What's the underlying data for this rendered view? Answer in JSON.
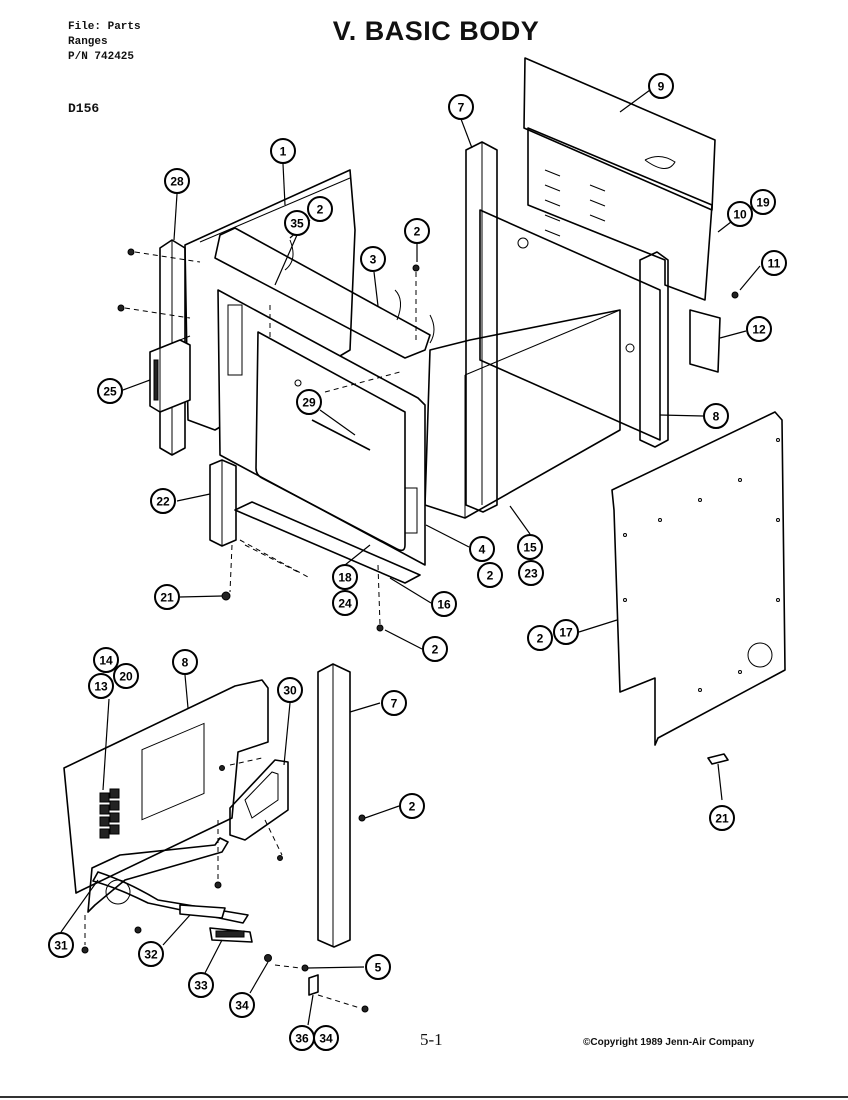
{
  "header": {
    "file_line": "File: Parts",
    "category_line": "Ranges",
    "pn_line": "P/N 742425",
    "model": "D156"
  },
  "title": "V. BASIC BODY",
  "footer": {
    "page_number": "5-1",
    "copyright": "©Copyright 1989 Jenn-Air Company"
  },
  "callouts": [
    {
      "id": "c9",
      "num": "9"
    },
    {
      "id": "c7a",
      "num": "7"
    },
    {
      "id": "c1",
      "num": "1"
    },
    {
      "id": "c28",
      "num": "28"
    },
    {
      "id": "c2a",
      "num": "2"
    },
    {
      "id": "c35",
      "num": "35"
    },
    {
      "id": "c2b",
      "num": "2"
    },
    {
      "id": "c3",
      "num": "3"
    },
    {
      "id": "c10",
      "num": "10"
    },
    {
      "id": "c19",
      "num": "19"
    },
    {
      "id": "c11",
      "num": "11"
    },
    {
      "id": "c12",
      "num": "12"
    },
    {
      "id": "c25",
      "num": "25"
    },
    {
      "id": "c29",
      "num": "29"
    },
    {
      "id": "c8a",
      "num": "8"
    },
    {
      "id": "c22",
      "num": "22"
    },
    {
      "id": "c4",
      "num": "4"
    },
    {
      "id": "c2c",
      "num": "2"
    },
    {
      "id": "c15a",
      "num": "15"
    },
    {
      "id": "c23",
      "num": "23"
    },
    {
      "id": "c18",
      "num": "18"
    },
    {
      "id": "c24",
      "num": "24"
    },
    {
      "id": "c21a",
      "num": "21"
    },
    {
      "id": "c16",
      "num": "16"
    },
    {
      "id": "c2d",
      "num": "2"
    },
    {
      "id": "c2e",
      "num": "2"
    },
    {
      "id": "c17",
      "num": "17"
    },
    {
      "id": "c14",
      "num": "14"
    },
    {
      "id": "c20",
      "num": "20"
    },
    {
      "id": "c13",
      "num": "13"
    },
    {
      "id": "c8b",
      "num": "8"
    },
    {
      "id": "c30",
      "num": "30"
    },
    {
      "id": "c7b",
      "num": "7"
    },
    {
      "id": "c2f",
      "num": "2"
    },
    {
      "id": "c21b",
      "num": "21"
    },
    {
      "id": "c31",
      "num": "31"
    },
    {
      "id": "c32",
      "num": "32"
    },
    {
      "id": "c33",
      "num": "33"
    },
    {
      "id": "c34a",
      "num": "34"
    },
    {
      "id": "c5",
      "num": "5"
    },
    {
      "id": "c36",
      "num": "36"
    },
    {
      "id": "c34b",
      "num": "34"
    }
  ]
}
